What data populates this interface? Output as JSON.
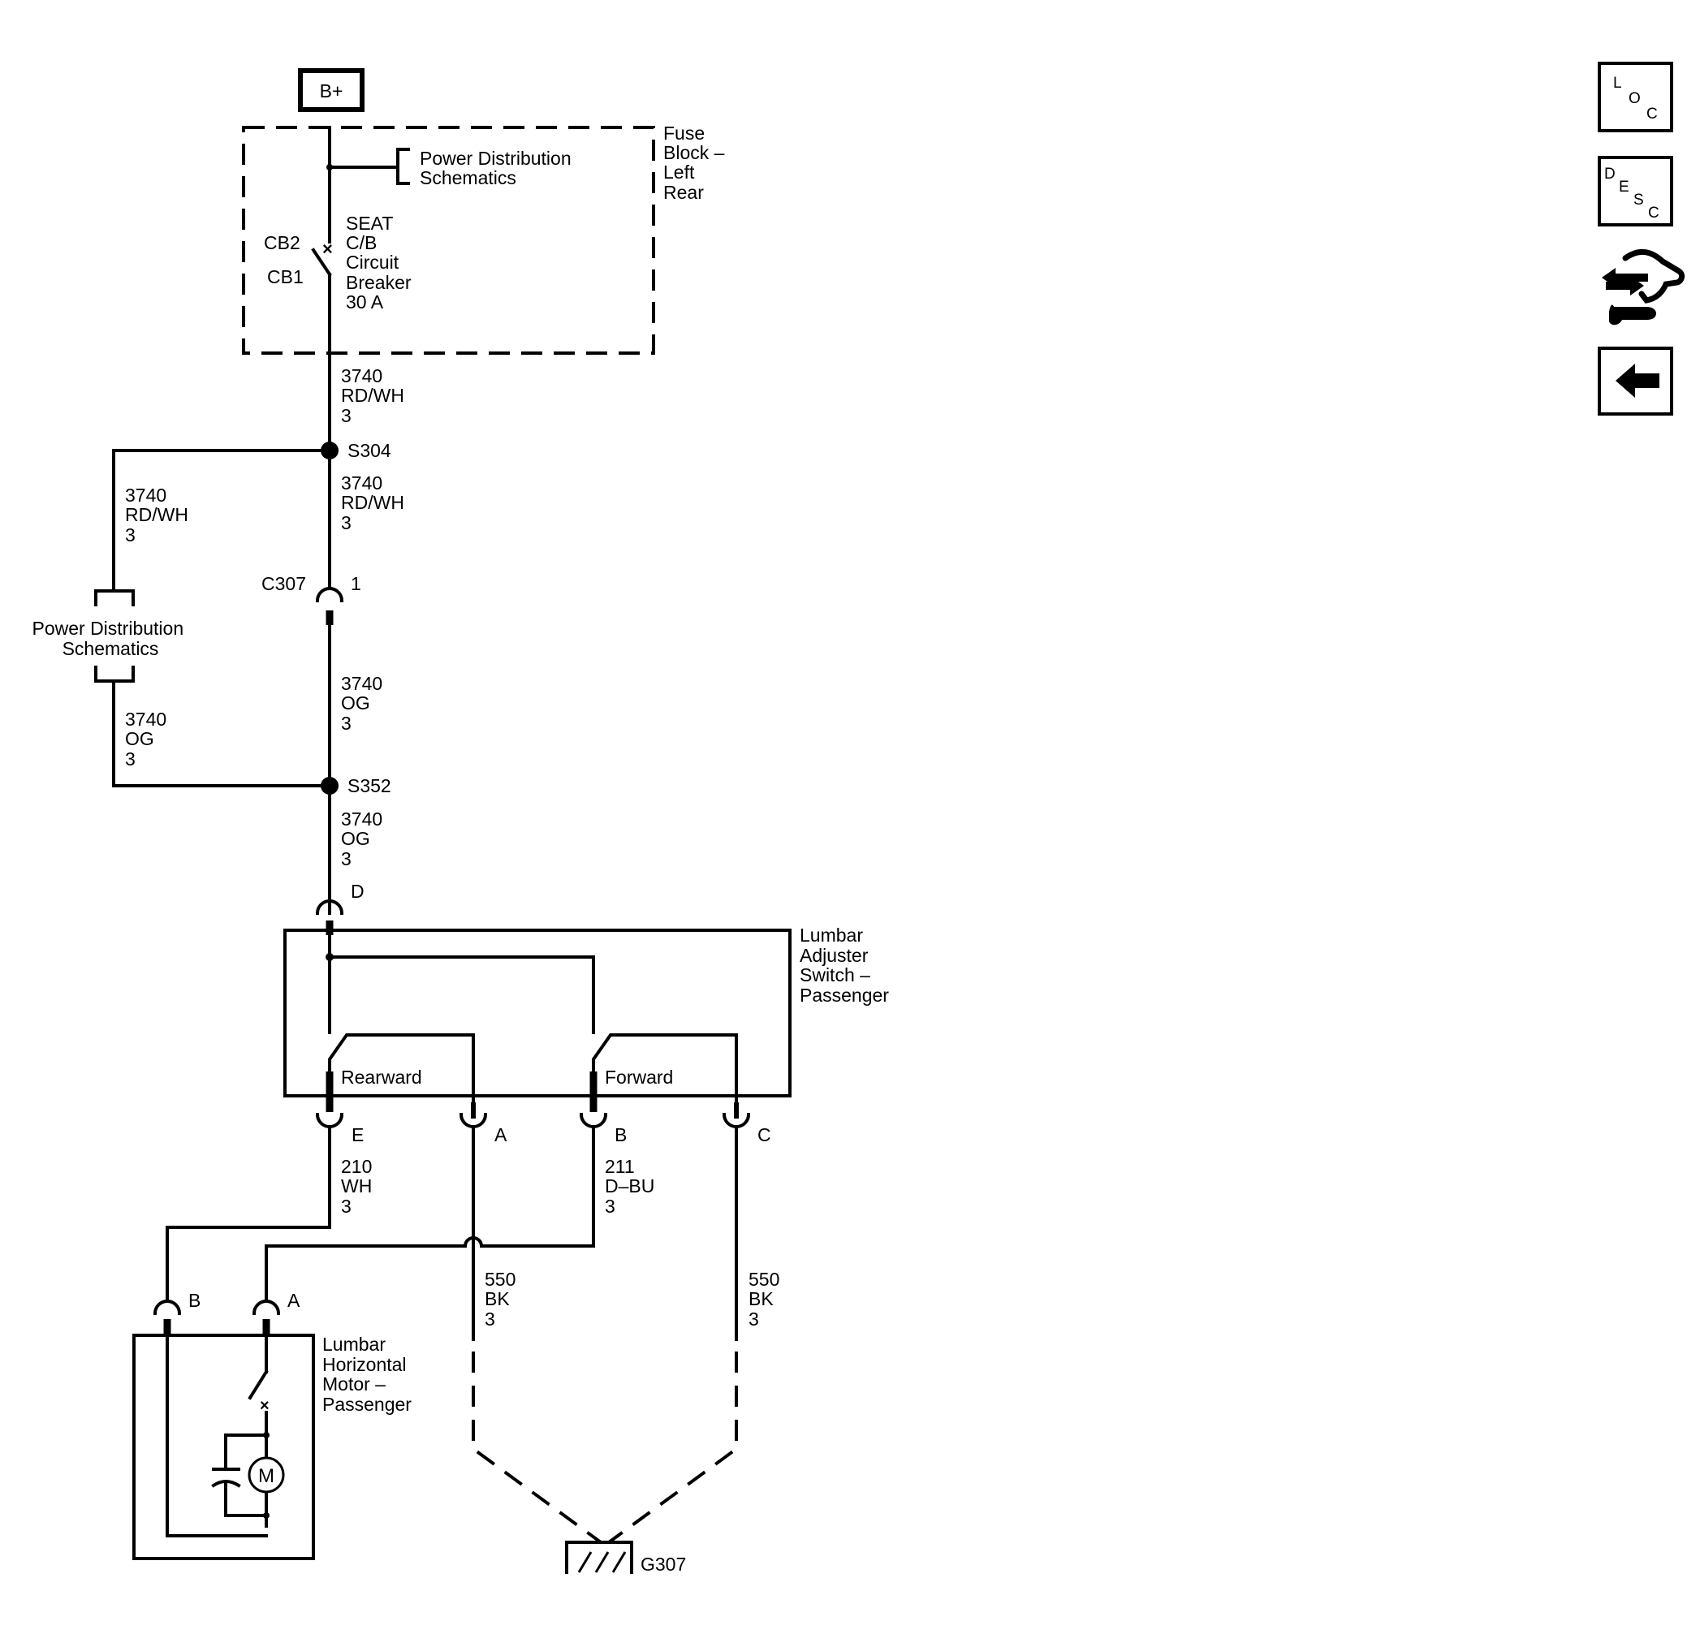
{
  "power_source": "B+",
  "fuse_block": {
    "name": [
      "Fuse",
      "Block –",
      "Left",
      "Rear"
    ],
    "power_ref": [
      "Power Distribution",
      "Schematics"
    ],
    "breaker": [
      "SEAT",
      "C/B",
      "Circuit",
      "Breaker",
      "30 A"
    ],
    "cb2": "CB2",
    "cb1": "CB1"
  },
  "wire_top": [
    "3740",
    "RD/WH",
    "3"
  ],
  "splice_s304": "S304",
  "wire_mid": [
    "3740",
    "RD/WH",
    "3"
  ],
  "wire_left_top": [
    "3740",
    "RD/WH",
    "3"
  ],
  "left_ref": [
    "Power Distribution",
    "Schematics"
  ],
  "wire_left_bottom": [
    "3740",
    "OG",
    "3"
  ],
  "connector_c307": {
    "name": "C307",
    "pin": "1"
  },
  "wire_og1": [
    "3740",
    "OG",
    "3"
  ],
  "splice_s352": "S352",
  "wire_og2": [
    "3740",
    "OG",
    "3"
  ],
  "switch": {
    "pin_top": "D",
    "name": [
      "Lumbar",
      "Adjuster",
      "Switch –",
      "Passenger"
    ],
    "rearward": "Rearward",
    "forward": "Forward",
    "pins": [
      "E",
      "A",
      "B",
      "C"
    ]
  },
  "wire_210": [
    "210",
    "WH",
    "3"
  ],
  "wire_211": [
    "211",
    "D–BU",
    "3"
  ],
  "wire_550_a": [
    "550",
    "BK",
    "3"
  ],
  "wire_550_c": [
    "550",
    "BK",
    "3"
  ],
  "motor": {
    "name": [
      "Lumbar",
      "Horizontal",
      "Motor –",
      "Passenger"
    ],
    "pin_b": "B",
    "pin_a": "A",
    "symbol": "M"
  },
  "ground": "G307",
  "nav": {
    "loc": [
      "L",
      "O",
      "C"
    ],
    "desc": [
      "D",
      "E",
      "S",
      "C"
    ]
  }
}
